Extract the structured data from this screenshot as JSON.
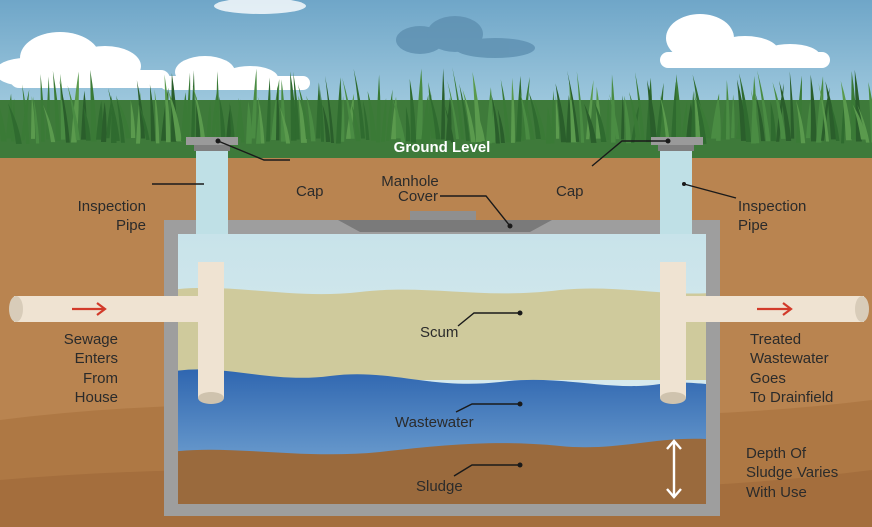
{
  "labels": {
    "ground_level": "Ground Level",
    "cap_left": "Cap",
    "cap_right": "Cap",
    "manhole_line1": "Manhole",
    "manhole_line2": "Cover",
    "inspection_left_line1": "Inspection",
    "inspection_left_line2": "Pipe",
    "inspection_right_line1": "Inspection",
    "inspection_right_line2": "Pipe",
    "sewage_line1": "Sewage",
    "sewage_line2": "Enters",
    "sewage_line3": "From",
    "sewage_line4": "House",
    "treated_line1": "Treated",
    "treated_line2": "Wastewater",
    "treated_line3": "Goes",
    "treated_line4": "To Drainfield",
    "scum": "Scum",
    "wastewater": "Wastewater",
    "sludge": "Sludge",
    "depth_line1": "Depth Of",
    "depth_line2": "Sludge Varies",
    "depth_line3": "With Use"
  },
  "colors": {
    "sky": "#7fb0cf",
    "grass": "#3f7a3a",
    "soil": "#b98450",
    "tank_wall": "#9e9e9e",
    "tank_air": "#cfe6ea",
    "scum": "#cfca9c",
    "wastewater": "#3b73b8",
    "sludge": "#9a6a3d",
    "pipe": "#efe3d2",
    "flow_arrow": "#d23a2a"
  }
}
